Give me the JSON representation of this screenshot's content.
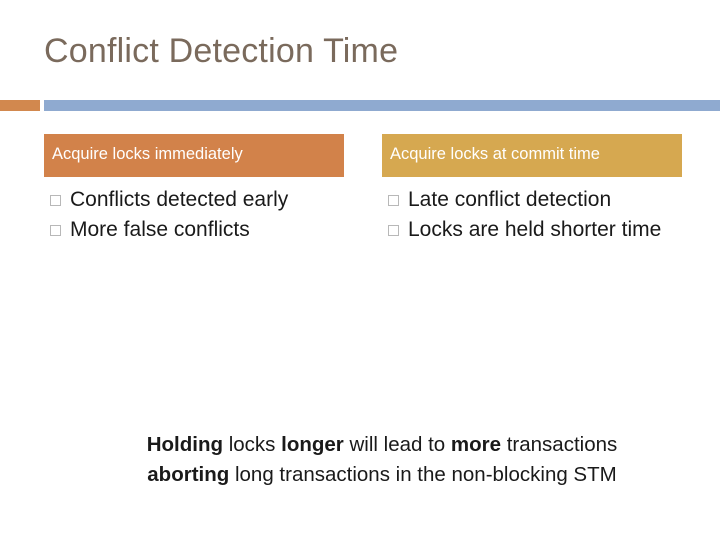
{
  "slide": {
    "title": "Conflict Detection Time",
    "accent_color": "#d2884e",
    "rule_color": "#8faad0",
    "columns": [
      {
        "header": "Acquire locks immediately",
        "header_color": "#d2824a",
        "bullets": [
          "Conflicts detected early",
          "More false conflicts"
        ]
      },
      {
        "header": "Acquire locks at commit time",
        "header_color": "#d6a850",
        "bullets": [
          "Late conflict detection",
          "Locks are held shorter time"
        ]
      }
    ],
    "footer": {
      "line1_part1": "Holding",
      "line1_part2": " locks ",
      "line1_part3": "longer",
      "line1_part4": " will lead to ",
      "line1_part5": "more",
      "line1_part6": " transactions",
      "line2_part1": "aborting",
      "line2_part2": " long transactions in the non-blocking STM"
    }
  }
}
